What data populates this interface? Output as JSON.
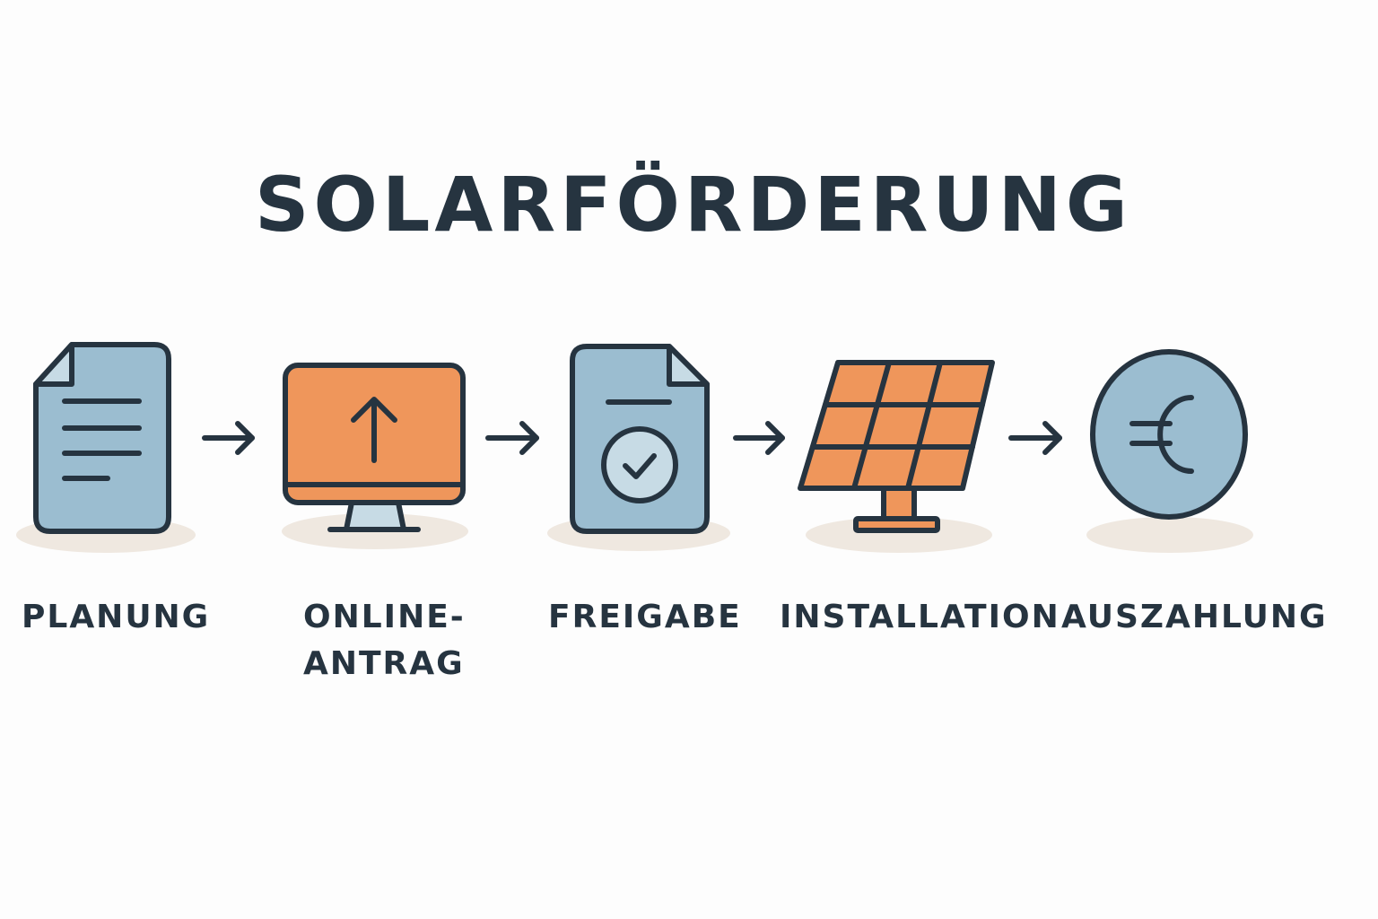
{
  "title": "SOLARFÖRDERUNG",
  "steps": [
    {
      "icon": "document-icon",
      "label_lines": [
        "PLANUNG"
      ]
    },
    {
      "icon": "monitor-upload-icon",
      "label_lines": [
        "ONLINE-",
        "ANTRAG"
      ]
    },
    {
      "icon": "approved-document-icon",
      "label_lines": [
        "FREIGABE"
      ]
    },
    {
      "icon": "solar-panel-icon",
      "label_lines": [
        "INSTALLATION"
      ]
    },
    {
      "icon": "euro-coin-icon",
      "label_lines": [
        "AUSZAHLUNG"
      ]
    }
  ],
  "colors": {
    "stroke": "#263440",
    "blue": "#9bbdd0",
    "orange": "#ef965b",
    "shadow": "#efe8e0",
    "light_blue": "#c7dbe5"
  }
}
